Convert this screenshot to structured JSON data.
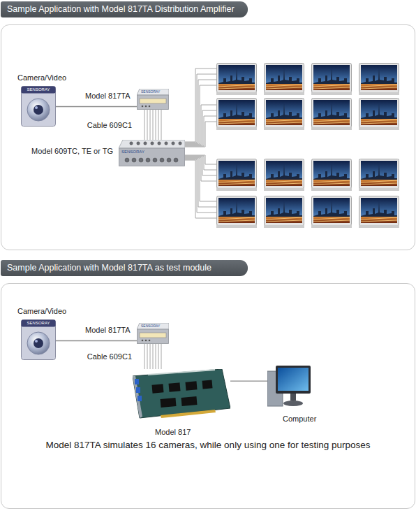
{
  "diagram": {
    "nodes": [
      {
        "text": [
          "Sample Application with Model 817TA Distribution Amplifier"
        ]
      },
      {
        "text": [
          "Camera/Video",
          "SENSORAY"
        ],
        "in": 0
      },
      {
        "text": [
          "Model 817TA",
          "SENSORAY"
        ],
        "in": 0
      },
      {
        "text": [
          "Model 609TC, TE or TG",
          "SENSORAY"
        ],
        "in": 0
      },
      {
        "text": [
          "Sample Application with Model 817TA as test module"
        ]
      },
      {
        "text": [
          "Camera/Video",
          "SENSORAY"
        ],
        "in": 4
      },
      {
        "text": [
          "Model 817TA",
          "SENSORAY"
        ],
        "in": 4
      },
      {
        "text": [
          "Model 817"
        ],
        "in": 4
      },
      {
        "text": [
          "Computer"
        ],
        "in": 4
      }
    ],
    "edges": [
      {
        "from": 1,
        "to": 2,
        "arrow": "none"
      },
      {
        "from": 2,
        "to": 3,
        "label": "Cable 609C1",
        "arrow": "none"
      },
      {
        "from": 5,
        "to": 6,
        "arrow": "none"
      },
      {
        "from": 6,
        "to": 7,
        "label": "Cable 609C1",
        "arrow": "none"
      },
      {
        "from": 7,
        "to": 8,
        "arrow": "none"
      }
    ],
    "labels": [
      "Model 817TA simulates 16 cameras, while only using one for testing purposes"
    ]
  }
}
